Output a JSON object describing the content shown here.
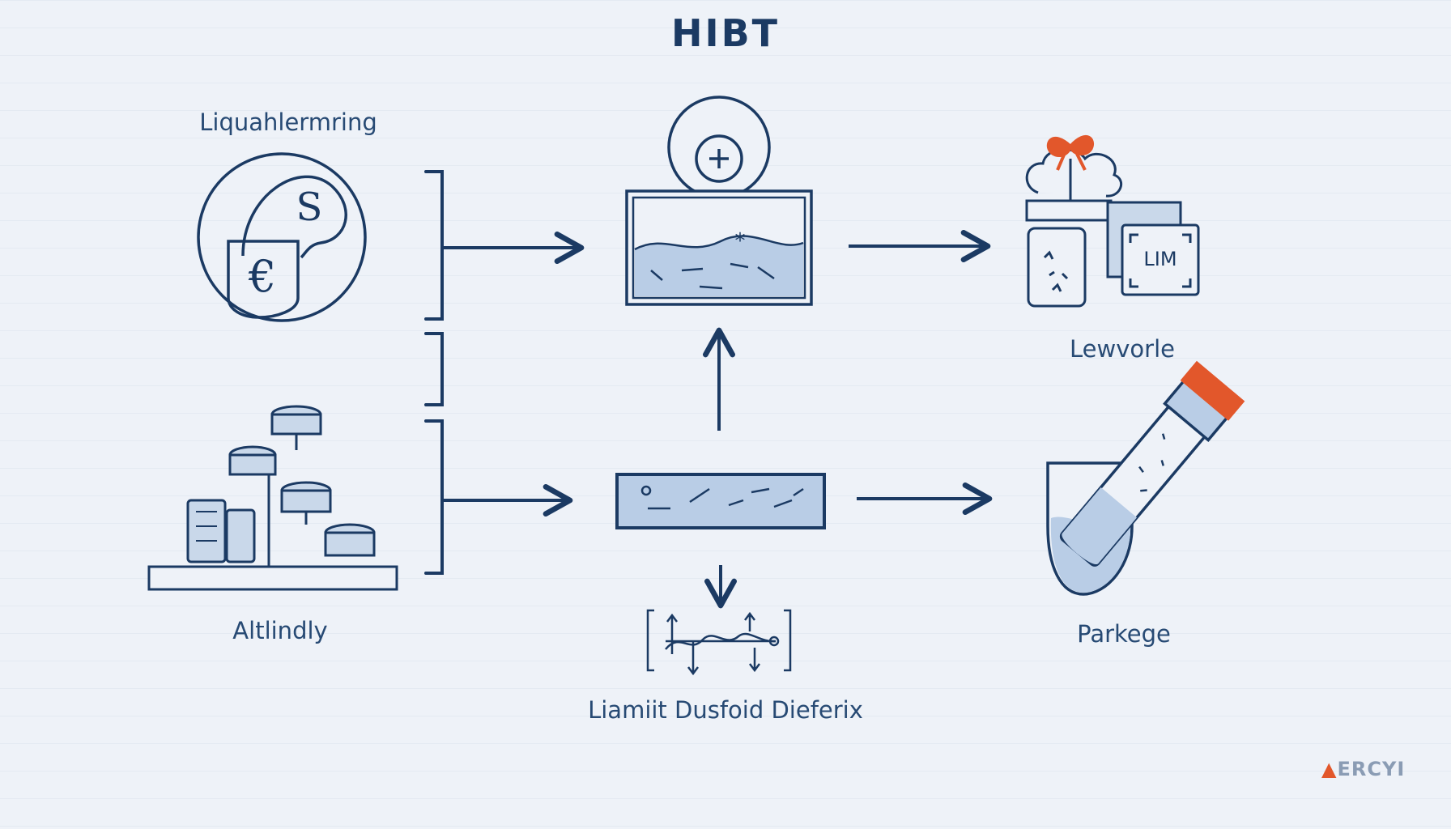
{
  "title": "HIBT",
  "nodes": {
    "top_left": {
      "label": "Liquahlermring",
      "icon": "currency-coins-icon"
    },
    "bottom_left": {
      "label": "Altlindly",
      "icon": "server-stack-icon"
    },
    "center_top": {
      "icon": "vault-box-icon"
    },
    "center_bottom": {
      "icon": "data-bar-icon"
    },
    "center_low": {
      "label": "Liamiit Dusfoid Dieferix",
      "icon": "chart-graph-icon"
    },
    "top_right": {
      "label": "Lewvorle",
      "icon": "gift-container-icon",
      "badge": "LIM"
    },
    "bottom_right": {
      "label": "Parkege",
      "icon": "test-tube-icon"
    }
  },
  "watermark": "ERCYI",
  "colors": {
    "ink": "#1b3a63",
    "fill": "#b9cde6",
    "accent": "#e2572b",
    "background": "#eef2f8"
  }
}
